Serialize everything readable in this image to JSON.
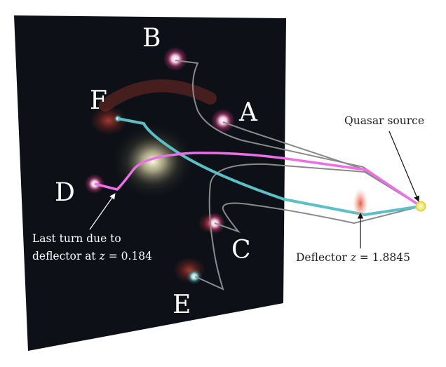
{
  "image_labels": {
    "A": "A",
    "B": "B",
    "C": "C",
    "D": "D",
    "E": "E",
    "F": "F"
  },
  "annotations": {
    "quasar_source": "Quasar source",
    "deflector_prefix": "Deflector ",
    "deflector_var": "z",
    "deflector_value": " = 1.8845",
    "last_turn_line1": "Last turn due to",
    "last_turn_line2_prefix": "deflector at ",
    "last_turn_var": "z",
    "last_turn_value": " = 0.184"
  },
  "colors": {
    "panel": "#0d1117",
    "ray_gray": "#8a8a8a",
    "ray_cyan": "#5bbfc6",
    "ray_magenta": "#ee6ee8",
    "quasar": "#f5ec7a",
    "deflector_glow": "#d9483a",
    "image_glow": "#ff9ad0",
    "lens_galaxy": "#e8e3c0"
  }
}
